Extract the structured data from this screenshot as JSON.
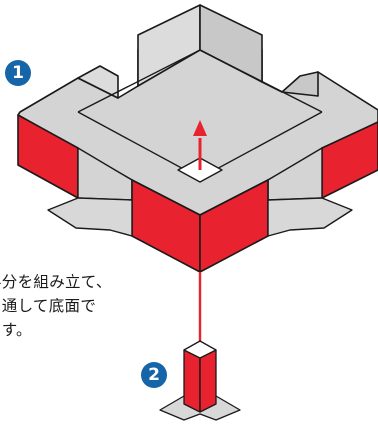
{
  "colors": {
    "red": "#e8232f",
    "grey": "#d4d4d4",
    "outline": "#1a1a1a",
    "badge": "#1565a8"
  },
  "badges": [
    {
      "label": "1"
    },
    {
      "label": "2"
    }
  ],
  "caption": {
    "lines": [
      "半分を組み立て、",
      "ら通して底面で",
      "ます。"
    ]
  }
}
